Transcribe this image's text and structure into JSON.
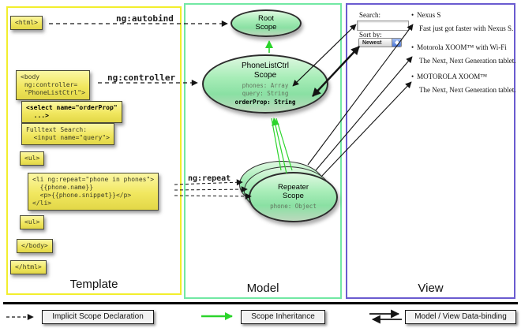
{
  "columns": {
    "template": {
      "label": "Template"
    },
    "model": {
      "label": "Model"
    },
    "view": {
      "label": "View"
    }
  },
  "template": {
    "boxes": {
      "html_open": "<html>",
      "body_open": "<body\n ng:controller=\n \"PhoneListCtrl\">",
      "select": "<select name=\"orderProp\"\n  ...>",
      "fulltext": "Fulltext Search:\n  <input name=\"query\">",
      "ul_open": "<ul>",
      "li_repeat": "<li ng:repeat=\"phone in phones\">\n  {{phone.name}}\n  <p>{{phone.snippet}}</p>\n</li>",
      "ul_close": "<ul>",
      "body_close": "</body>",
      "html_close": "</html>"
    }
  },
  "arrow_labels": {
    "autobind": "ng:autobind",
    "controller": "ng:controller",
    "repeat": "ng:repeat"
  },
  "model": {
    "root_scope": {
      "title": "Root\nScope"
    },
    "phonelist_scope": {
      "title": "PhoneListCtrl\nScope",
      "props": [
        "phones: Array",
        "query: String"
      ],
      "bold_prop": "orderProp: String"
    },
    "repeater_scope": {
      "title": "Repeater\nScope",
      "prop": "phone: Object"
    }
  },
  "view": {
    "search_label": "Search:",
    "search_value": "",
    "sort_label": "Sort by:",
    "sort_value": "Newest",
    "bullet": "•",
    "items": [
      {
        "title": "Nexus S",
        "desc": "Fast just got faster with Nexus S."
      },
      {
        "title": "Motorola XOOM™  with Wi-Fi",
        "desc": "The Next, Next Generation tablet."
      },
      {
        "title": "MOTOROLA XOOM™",
        "desc": "The Next, Next Generation tablet."
      }
    ]
  },
  "legend": {
    "implicit": "Implicit Scope Declaration",
    "inheritance": "Scope Inheritance",
    "databinding": "Model / View Data-binding"
  },
  "colors": {
    "template_border": "#f2ee2d",
    "model_border": "#72e8a4",
    "view_border": "#6a5bd0",
    "codebox_yellow": "#f1e75f",
    "scope_green": "#8ae0a3",
    "arrow_green": "#2bd42b",
    "arrow_black": "#141414"
  }
}
